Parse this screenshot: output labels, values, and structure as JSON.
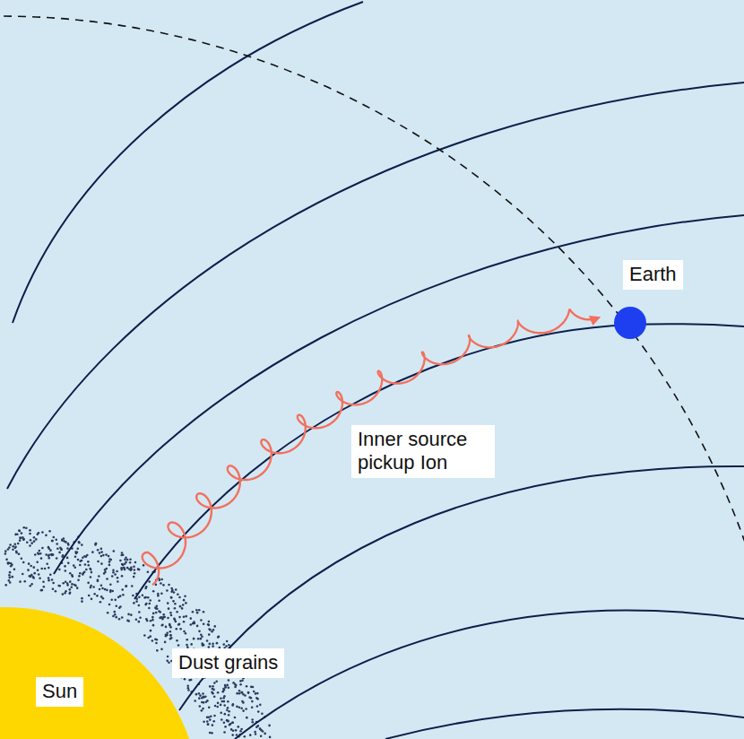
{
  "diagram": {
    "nodes": [
      {
        "text": [
          "Earth"
        ]
      },
      {
        "text": [
          "Inner source pickup Ion"
        ]
      },
      {
        "text": [
          "Dust grains"
        ]
      },
      {
        "text": [
          "Sun"
        ]
      }
    ]
  }
}
